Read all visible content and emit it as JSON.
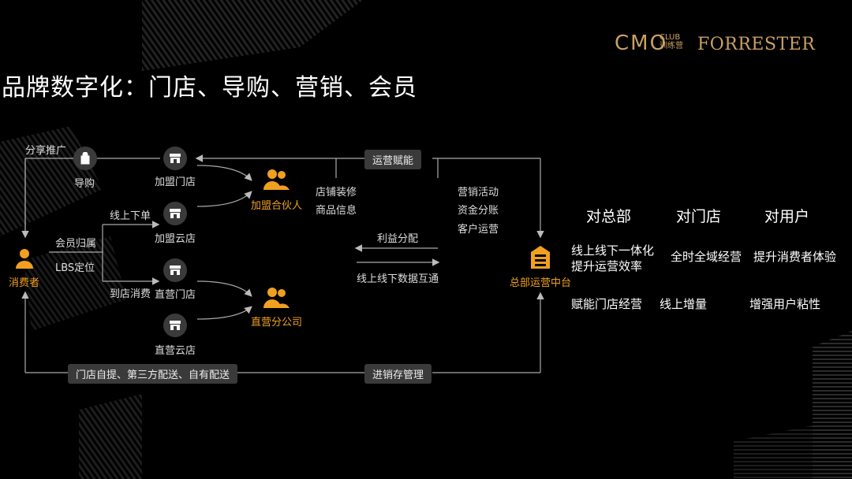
{
  "title": "品牌数字化：门店、导购、营销、会员",
  "logos": {
    "cmo": "CMO",
    "cmo_club": "CLUB",
    "cmo_cn": "训练营",
    "forrester": "FORRESTER"
  },
  "nodes": {
    "consumer": "消费者",
    "guide": "导购",
    "franchise_store": "加盟门店",
    "franchise_cloud": "加盟云店",
    "direct_store": "直营门店",
    "direct_cloud": "直营云店",
    "franchise_partner": "加盟合伙人",
    "direct_branch": "直营分公司",
    "hq": "总部运营中台"
  },
  "labels": {
    "share": "分享推广",
    "online_order": "线上下单",
    "member_belong": "会员归属",
    "lbs": "LBS定位",
    "in_store": "到店消费",
    "store_deco": "店铺装修",
    "product_info": "商品信息",
    "marketing": "营销活动",
    "fund_split": "资金分账",
    "customer_ops": "客户运营",
    "profit_share": "利益分配",
    "data_sync": "线上线下数据互通"
  },
  "tags": {
    "ops_enable": "运营赋能",
    "delivery": "门店自提、第三方配送、自有配送",
    "inventory": "进销存管理"
  },
  "columns": [
    {
      "header": "对总部",
      "items": [
        "线上线下一体化\n提升运营效率",
        "赋能门店经营"
      ]
    },
    {
      "header": "对门店",
      "items": [
        "全时全域经营",
        "线上增量"
      ]
    },
    {
      "header": "对用户",
      "items": [
        "提升消费者体验",
        "增强用户粘性"
      ]
    }
  ],
  "colors": {
    "accent": "#f0a020",
    "gold": "#c9a063"
  }
}
